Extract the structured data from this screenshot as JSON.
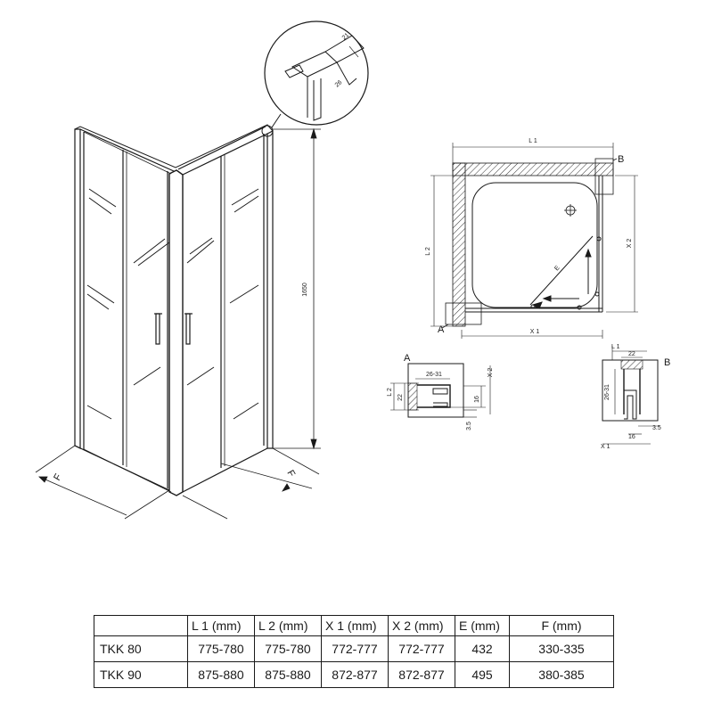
{
  "drawing": {
    "height_dim": "1650",
    "f_label": "F",
    "detail_top": {
      "dim_a": "21",
      "dim_b": "26"
    },
    "plan": {
      "l1": "L 1",
      "l2": "L 2",
      "x1": "X 1",
      "x2": "X 2",
      "e": "E",
      "callout_a": "A",
      "callout_b": "B"
    },
    "detail_a": {
      "title": "A",
      "l2": "L 2",
      "x2": "X 2",
      "d1": "26-31",
      "d2": "22",
      "d3": "16",
      "d4": "3.5"
    },
    "detail_b": {
      "title": "B",
      "l1": "L 1",
      "x1": "X 1",
      "d1": "22",
      "d2": "26-31",
      "d3": "16",
      "d4": "3.5"
    }
  },
  "table": {
    "headers": [
      "",
      "L 1  (mm)",
      "L 2  (mm)",
      "X 1  (mm)",
      "X 2  (mm)",
      "E (mm)",
      "F (mm)"
    ],
    "rows": [
      [
        "TKK 80",
        "775-780",
        "775-780",
        "772-777",
        "772-777",
        "432",
        "330-335"
      ],
      [
        "TKK 90",
        "875-880",
        "875-880",
        "872-877",
        "872-877",
        "495",
        "380-385"
      ]
    ]
  }
}
